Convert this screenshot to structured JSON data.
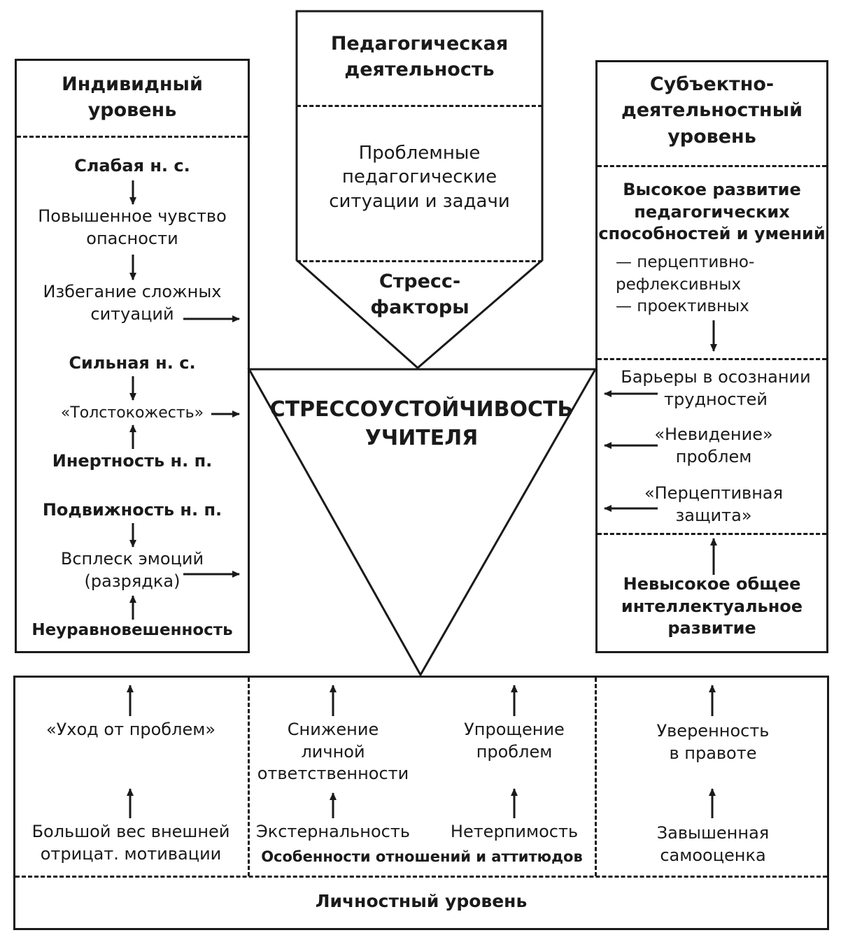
{
  "top": {
    "title": "Педагогическая\nдеятельность",
    "problems": "Проблемные\nпедагогические\nситуации и задачи",
    "stress": "Стресс-\nфакторы"
  },
  "center": {
    "title": "СТРЕССОУСТОЙЧИВОСТЬ\nУЧИТЕЛЯ"
  },
  "left": {
    "title": "Индивидный\nуровень",
    "weak_ns": "Слабая н. с.",
    "danger": "Повышенное чувство\nопасности",
    "avoid": "Избегание сложных\nситуаций",
    "strong_ns": "Сильная н. с.",
    "thick_skin": "«Толстокожесть»",
    "inertia": "Инертность н. п.",
    "mobility": "Подвижность н. п.",
    "emotions": "Всплеск эмоций\n(разрядка)",
    "imbalance": "Неуравновешенность"
  },
  "right": {
    "title": "Субъектно-\nдеятельностный\nуровень",
    "high_dev": "Высокое развитие\nпедагогических\nспособностей и умений",
    "perceptive": "— перцептивно-\nрефлексивных\n— проективных",
    "barriers": "Барьеры в осознании\nтрудностей",
    "nevidenie": "«Невидение»\nпроблем",
    "perc_defense": "«Перцептивная\nзащита»",
    "low_intel": "Невысокое общее\nинтеллектуальное\nразвитие"
  },
  "bottom": {
    "title": "Личностный уровень",
    "withdrawal": "«Уход от проблем»",
    "ext_motivation": "Большой вес внешней\nотрицат. мотивации",
    "less_resp": "Снижение\nличной\nответственности",
    "externality": "Экстернальность",
    "simplify": "Упрощение\nпроблем",
    "intolerance": "Нетерпимость",
    "relations": "Особенности отношений и аттитюдов",
    "confidence": "Уверенность\nв правоте",
    "self_esteem": "Завышенная\nсамооценка"
  }
}
